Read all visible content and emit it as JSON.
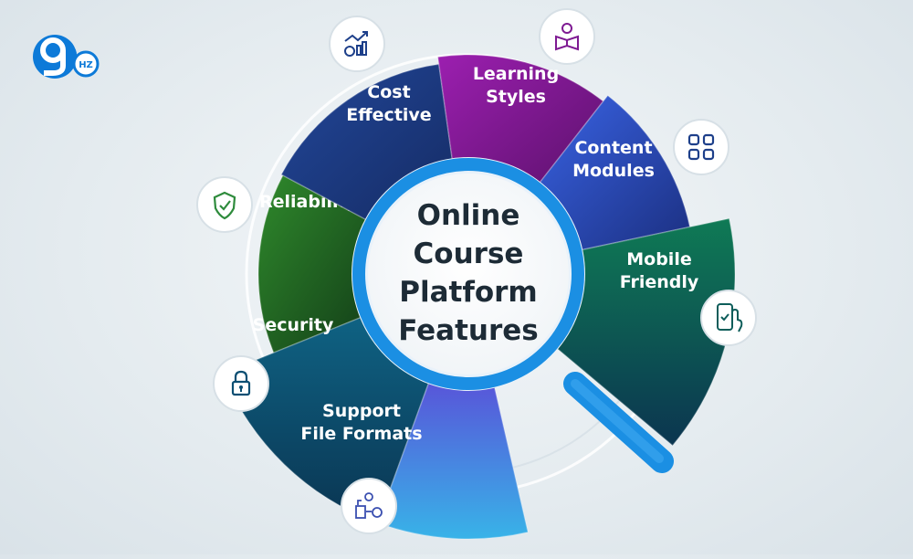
{
  "logo": {
    "number": "9",
    "suffix": "HZ"
  },
  "center": {
    "lines": [
      "Online",
      "Course",
      "Platform",
      "Features"
    ]
  },
  "segments": [
    {
      "id": "reliability",
      "label": [
        "Reliability"
      ],
      "color": "#1f6b2a",
      "icon": "shield-check-icon"
    },
    {
      "id": "cost-effective",
      "label": [
        "Cost",
        "Effective"
      ],
      "color": "#1d3f8a",
      "icon": "growth-chart-coins-icon"
    },
    {
      "id": "learning-styles",
      "label": [
        "Learning",
        "Styles"
      ],
      "color": "#7e1a92",
      "icon": "reader-with-book-icon"
    },
    {
      "id": "content-modules",
      "label": [
        "Content",
        "Modules"
      ],
      "color": "#2c4fc8",
      "icon": "grid-modules-icon"
    },
    {
      "id": "mobile-friendly",
      "label": [
        "Mobile",
        "Friendly"
      ],
      "color": "#0d5d5a",
      "icon": "mobile-touch-icon"
    },
    {
      "id": "security",
      "label": [
        "Security"
      ],
      "color": "#0c4f73",
      "icon": "padlock-icon"
    },
    {
      "id": "file-formats",
      "label": [
        "Support",
        "File Formats"
      ],
      "color": "#5a6ad8",
      "icon": "file-settings-icon"
    }
  ],
  "colors": {
    "accent": "#1b8fe3",
    "magnifier_handle": "#1b8fe3",
    "title": "#1d2b36"
  }
}
